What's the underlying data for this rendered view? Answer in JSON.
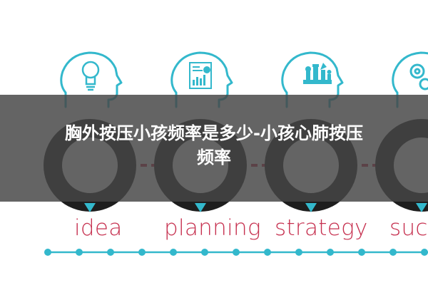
{
  "steps": [
    {
      "word": "idea",
      "icon": "lightbulb-icon"
    },
    {
      "word": "planning",
      "icon": "report-chart-icon"
    },
    {
      "word": "strategy",
      "icon": "chess-pieces-icon"
    },
    {
      "word": "succ",
      "icon": "gears-icon"
    }
  ],
  "overlay": {
    "title_line1": "胸外按压小孩频率是多少-小孩心肺按压",
    "title_line2": "频率"
  },
  "colors": {
    "teal": "#33b8cc",
    "dark_ring": "#1e1e1e",
    "red_dash": "#c6304f",
    "word_red": "#c6304f",
    "banner": "#464646"
  }
}
